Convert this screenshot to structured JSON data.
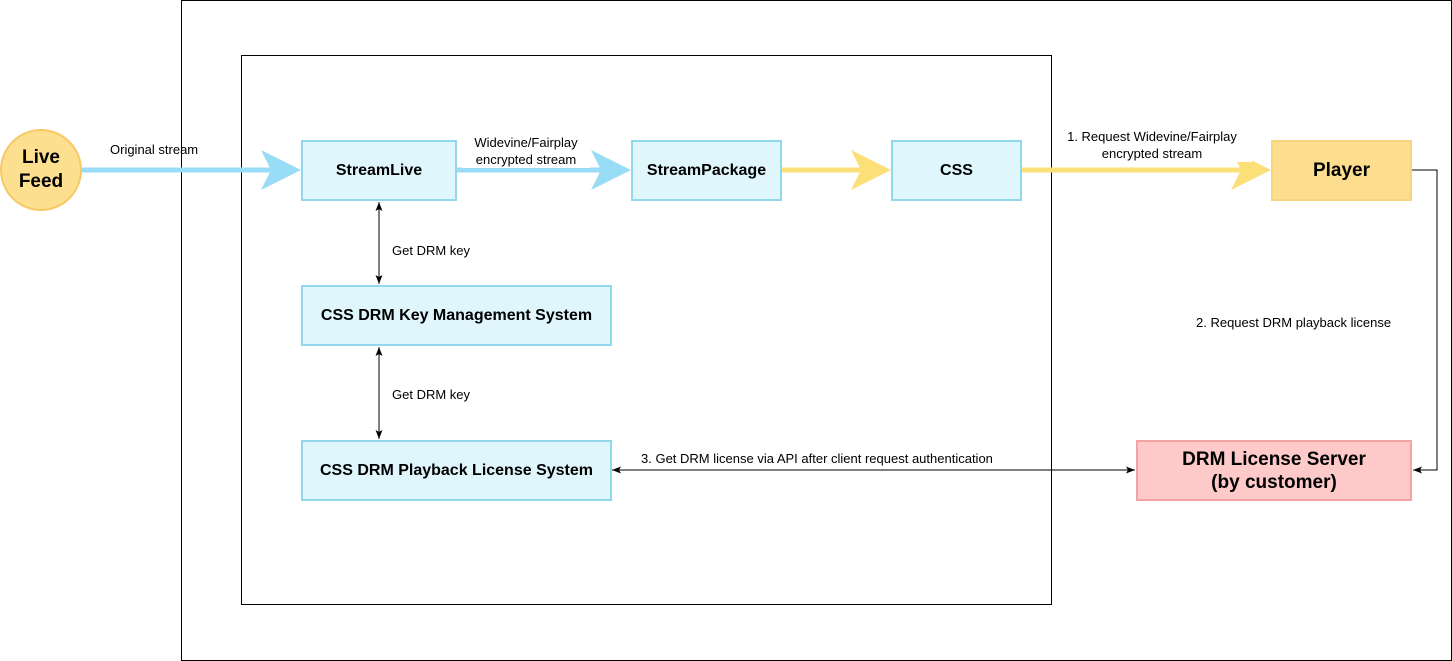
{
  "nodes": {
    "live_feed": {
      "line1": "Live",
      "line2": "Feed"
    },
    "streamlive": "StreamLive",
    "streampackage": "StreamPackage",
    "css": "CSS",
    "player": "Player",
    "key_management": "CSS DRM Key Management System",
    "playback_license": "CSS DRM Playback License System",
    "license_server": {
      "line1": "DRM License Server",
      "line2": "(by customer)"
    }
  },
  "labels": {
    "original_stream": "Original stream",
    "encrypted_stream_line1": "Widevine/Fairplay",
    "encrypted_stream_line2": "encrypted stream",
    "request_stream_line1": "1. Request Widevine/Fairplay",
    "request_stream_line2": "encrypted stream",
    "get_drm_key_1": "Get DRM key",
    "get_drm_key_2": "Get DRM key",
    "request_license": "2. Request DRM playback license",
    "get_license_api": "3. Get DRM license via API after client request authentication"
  },
  "colors": {
    "blue_fill": "#dff6fc",
    "blue_border": "#92d8ec",
    "blue_arrow": "#99dcf6",
    "yellow_fill": "#fdde8f",
    "yellow_arrow": "#fbe07a",
    "red_fill": "#fdc9c9",
    "red_border": "#f3a3a3"
  }
}
